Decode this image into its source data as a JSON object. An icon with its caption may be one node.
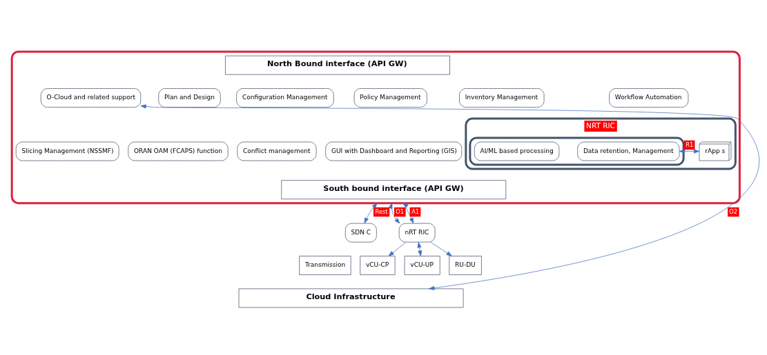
{
  "diagram": {
    "nodes": [
      {
        "text": [],
        "shape": "box"
      },
      {
        "text": [
          "North Bound interface (API GW)"
        ],
        "in": 0
      },
      {
        "text": [
          "O-Cloud and related support"
        ],
        "in": 0
      },
      {
        "text": [
          "Plan and Design"
        ],
        "in": 0
      },
      {
        "text": [
          "Configuration Management"
        ],
        "in": 0
      },
      {
        "text": [
          "Policy Management"
        ],
        "in": 0
      },
      {
        "text": [
          "Inventory Management"
        ],
        "in": 0
      },
      {
        "text": [
          "Workflow Automation"
        ],
        "in": 0
      },
      {
        "text": [
          "Slicing Management (NSSMF)"
        ],
        "in": 0
      },
      {
        "text": [
          "ORAN OAM (FCAPS) function"
        ],
        "in": 0
      },
      {
        "text": [
          "Conflict management"
        ],
        "in": 0
      },
      {
        "text": [
          "GUI with Dashboard and Reporting (GIS)"
        ],
        "in": 0
      },
      {
        "text": [
          "NRT RIC"
        ],
        "in": 0
      },
      {
        "text": [],
        "shape": "box",
        "in": 12
      },
      {
        "text": [
          "AI/ML based processing"
        ],
        "in": 13
      },
      {
        "text": [
          "Data retention, Management"
        ],
        "in": 13
      },
      {
        "text": [
          "rApp s"
        ],
        "in": 12
      },
      {
        "text": [
          "South bound interface (API GW)"
        ],
        "in": 0
      },
      {
        "text": [
          "SDN C"
        ]
      },
      {
        "text": [
          "Transmission"
        ]
      },
      {
        "text": [
          "nRT RIC"
        ]
      },
      {
        "text": [
          "vCU-CP"
        ]
      },
      {
        "text": [
          "vCU-UP"
        ]
      },
      {
        "text": [
          "RU-DU"
        ]
      },
      {
        "text": [
          "Cloud Infrastructure"
        ]
      }
    ],
    "edges": [
      {
        "from": 0,
        "to": 18,
        "arrow": "both",
        "label": "Rest"
      },
      {
        "from": 0,
        "to": 20,
        "arrow": "both",
        "label": "O1"
      },
      {
        "from": 0,
        "to": 20,
        "arrow": "both",
        "label": "A1"
      },
      {
        "from": 20,
        "to": 21,
        "arrow": "to"
      },
      {
        "from": 20,
        "to": 22,
        "arrow": "both"
      },
      {
        "from": 20,
        "to": 23,
        "arrow": "to"
      },
      {
        "from": 15,
        "to": 16,
        "arrow": "both",
        "label": "R1"
      },
      {
        "from": 2,
        "to": 24,
        "arrow": "both",
        "label": "O2"
      }
    ]
  }
}
